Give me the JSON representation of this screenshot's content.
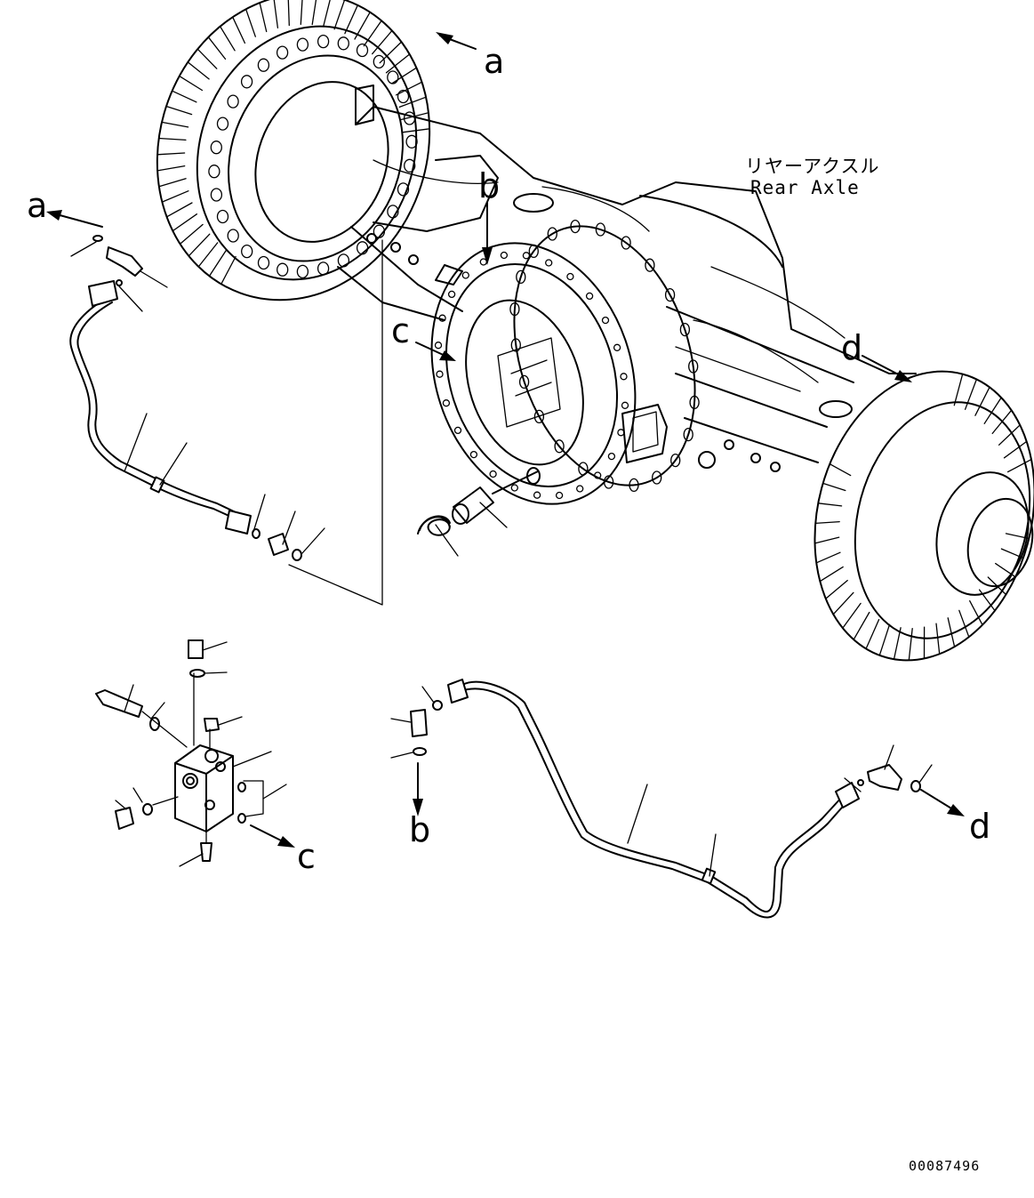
{
  "title": {
    "japanese": "リヤーアクスル",
    "english": "Rear Axle"
  },
  "labels": {
    "a_top": "a",
    "a_left": "a",
    "b_top": "b",
    "b_bottom": "b",
    "c_axle": "c",
    "c_block": "c",
    "d_top": "d",
    "d_right": "d"
  },
  "drawing_number": "00087496"
}
